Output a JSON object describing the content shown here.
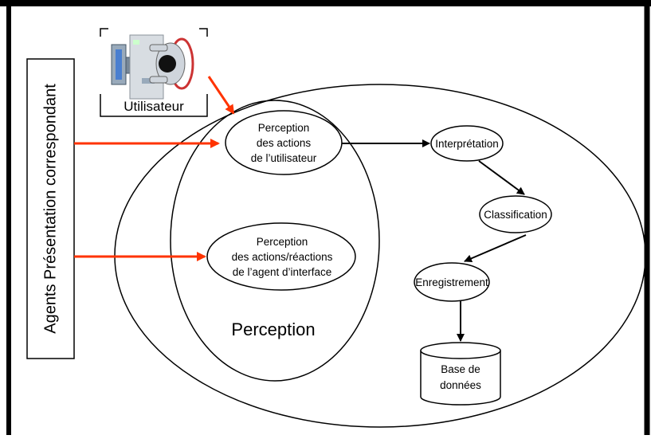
{
  "side_label": "Agents Présentation correspondant",
  "user": {
    "label": "Utilisateur",
    "icon": "user-at-computer-icon"
  },
  "perception": {
    "label": "Perception",
    "user_actions": [
      "Perception",
      "des actions",
      "de l’utilisateur"
    ],
    "agent_actions": [
      "Perception",
      "des actions/réactions",
      "de l’agent d’interface"
    ]
  },
  "process": {
    "interpretation": "Interprétation",
    "classification": "Classification",
    "enregistrement": "Enregistrement"
  },
  "database": [
    "Base de",
    "données"
  ],
  "colors": {
    "accent_arrow": "#ff3300",
    "line": "#000000",
    "frame": "#000000"
  }
}
